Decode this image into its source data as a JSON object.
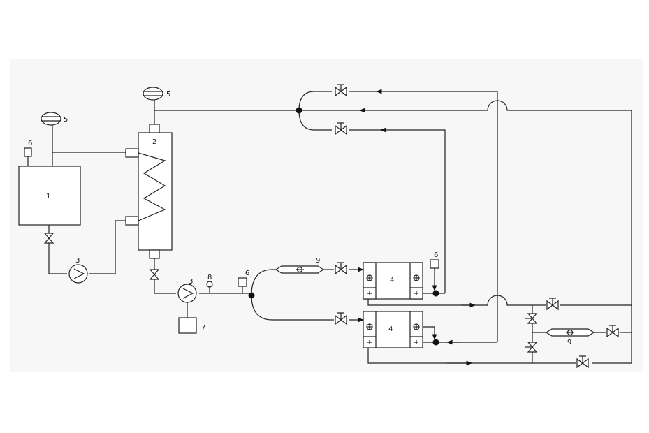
{
  "labels": {
    "tank": "1",
    "exchanger": "2",
    "pump_left": "3",
    "pump_right": "3",
    "module_top": "4",
    "module_bottom": "4",
    "gauge_left": "5",
    "gauge_top": "5",
    "sensor_tank": "6",
    "sensor_line": "6",
    "sensor_module": "6",
    "motor": "7",
    "indicator": "8",
    "flowmeter_top": "9",
    "flowmeter_right": "9"
  }
}
